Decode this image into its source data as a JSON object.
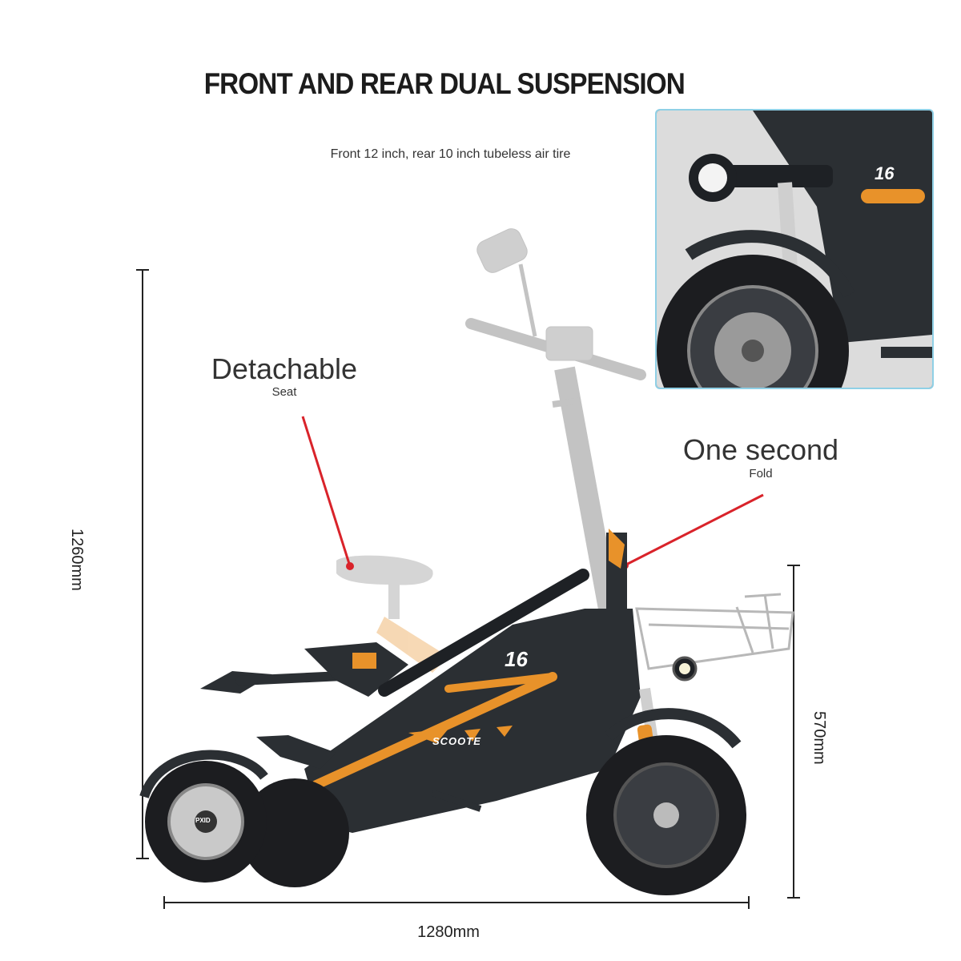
{
  "headline": "FRONT AND REAR DUAL SUSPENSION",
  "subheadline": "Front 12 inch, rear 10 inch tubeless air tire",
  "callouts": {
    "seat": {
      "title": "Detachable",
      "subtitle": "Seat"
    },
    "fold": {
      "title": "One second",
      "subtitle": "Fold"
    }
  },
  "dimensions": {
    "height": "1260mm",
    "front_height": "570mm",
    "length": "1280mm"
  },
  "product_marks": {
    "number_badge": "16",
    "brand": "SCOOTE",
    "hub_logo": "PXID"
  },
  "colors": {
    "accent_orange": "#e8922a",
    "body_dark": "#2b2f33",
    "callout_red": "#d9232a",
    "inset_border": "#8fd0e6"
  }
}
